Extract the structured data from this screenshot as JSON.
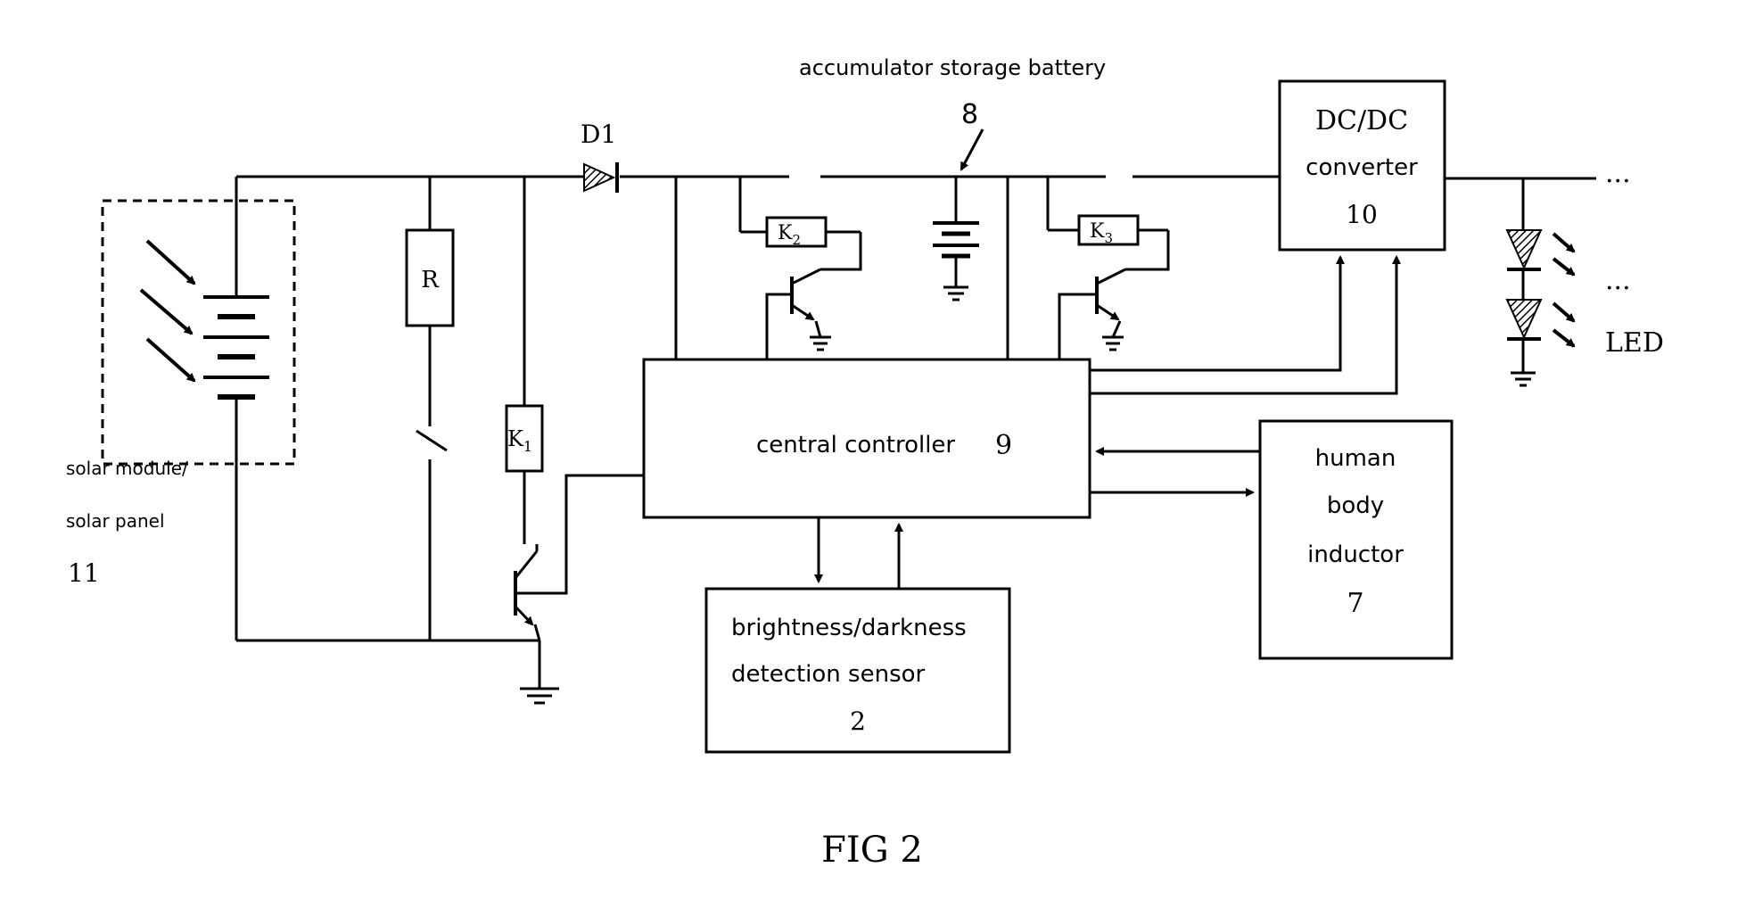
{
  "battery_label": "accumulator storage battery",
  "battery_number": "8",
  "diode_label": "D1",
  "converter": {
    "line1": "DC/DC",
    "line2": "converter",
    "number": "10"
  },
  "resistor_label": "R",
  "relay_k1": {
    "letter": "K",
    "sub": "1"
  },
  "relay_k2": {
    "letter": "K",
    "sub": "2"
  },
  "relay_k3": {
    "letter": "K",
    "sub": "3"
  },
  "controller": {
    "label": "central controller",
    "number": "9"
  },
  "human_body": {
    "line1": "human",
    "line2": "body",
    "line3": "inductor",
    "number": "7"
  },
  "sensor": {
    "line1": "brightness/darkness",
    "line2": "detection sensor",
    "number": "2"
  },
  "solar": {
    "line1": "solar module/",
    "line2": "solar panel",
    "number": "11"
  },
  "led_label": "LED",
  "ellipsis": "...",
  "figure_caption": "FIG 2"
}
